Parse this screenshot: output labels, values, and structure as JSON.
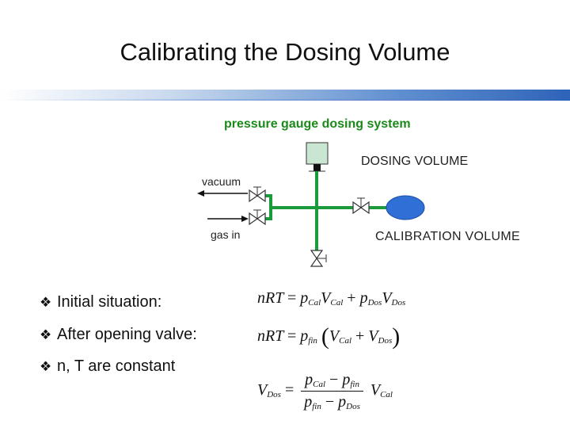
{
  "slide": {
    "title": "Calibrating the Dosing Volume"
  },
  "diagram": {
    "system_title": "pressure gauge dosing system",
    "dosing_volume_label": "DOSING VOLUME",
    "calibration_volume_label": "CALIBRATION VOLUME",
    "vacuum_label": "vacuum",
    "gas_in_label": "gas in",
    "colors": {
      "pipe": "#1a9a3a",
      "gauge_fill": "#c8e6d2",
      "calibration_fill": "#2f6fd6",
      "title_green": "#1a8a1a"
    }
  },
  "bullets": [
    {
      "icon": "diamond-bullet-icon",
      "text": "Initial situation:"
    },
    {
      "icon": "diamond-bullet-icon",
      "text": "After opening valve:"
    },
    {
      "icon": "diamond-bullet-icon",
      "text": "n, T are constant"
    }
  ],
  "equations": {
    "eq1": {
      "lhs": "nRT",
      "eq": "=",
      "p1": "p",
      "p1_sub": "Cal",
      "v1": "V",
      "v1_sub": "Cal",
      "plus": "+",
      "p2": "p",
      "p2_sub": "Dos",
      "v2": "V",
      "v2_sub": "Dos"
    },
    "eq2": {
      "lhs": "nRT",
      "eq": "=",
      "p": "p",
      "p_sub": "fin",
      "lparen": "(",
      "v1": "V",
      "v1_sub": "Cal",
      "plus": "+",
      "v2": "V",
      "v2_sub": "Dos",
      "rparen": ")"
    },
    "eq3": {
      "lhs": "V",
      "lhs_sub": "Dos",
      "eq": "=",
      "num_a": "p",
      "num_a_sub": "Cal",
      "minus1": "−",
      "num_b": "p",
      "num_b_sub": "fin",
      "den_a": "p",
      "den_a_sub": "fin",
      "minus2": "−",
      "den_b": "p",
      "den_b_sub": "Dos",
      "rhs": "V",
      "rhs_sub": "Cal"
    }
  }
}
